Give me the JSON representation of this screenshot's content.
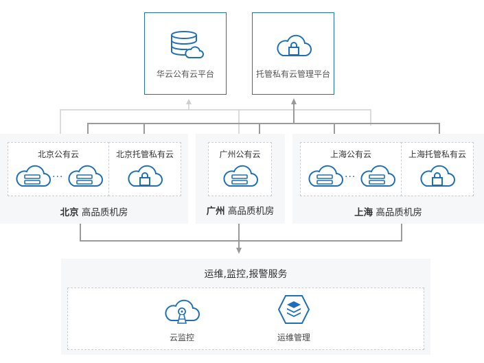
{
  "platforms": {
    "public": "华云公有云平台",
    "private": "托管私有云管理平台"
  },
  "beijing": {
    "city": "北京",
    "room": "高品质机房",
    "public_cloud": "北京公有云",
    "private_cloud": "北京托管私有云",
    "dots": "···"
  },
  "guangzhou": {
    "city": "广州",
    "room": "高品质机房",
    "public_cloud": "广州公有云"
  },
  "shanghai": {
    "city": "上海",
    "room": "高品质机房",
    "public_cloud": "上海公有云",
    "private_cloud": "上海托管私有云",
    "dots": "···"
  },
  "ops": {
    "title": "运维,监控,报警服务",
    "monitor": "云监控",
    "management": "运维管理"
  },
  "colors": {
    "accent": "#1f6fb8",
    "line_dark": "#999999",
    "line_light": "#cccccc",
    "panel_bg": "#f6f7f9"
  }
}
